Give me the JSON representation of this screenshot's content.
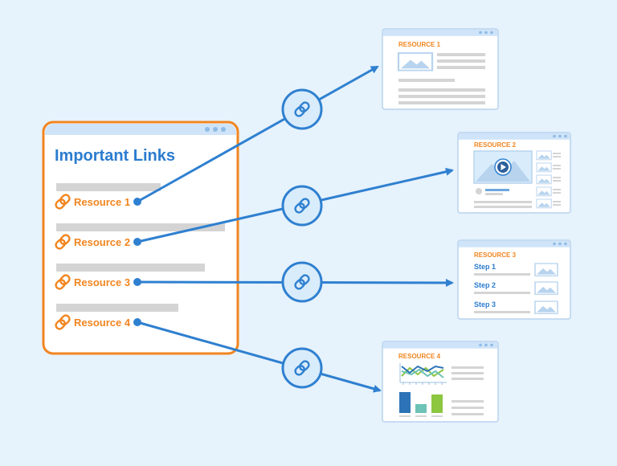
{
  "main_panel": {
    "title": "Important Links",
    "links": [
      {
        "label": "Resource 1"
      },
      {
        "label": "Resource 2"
      },
      {
        "label": "Resource 3"
      },
      {
        "label": "Resource 4"
      }
    ]
  },
  "resources": [
    {
      "title": "RESOURCE 1"
    },
    {
      "title": "RESOURCE 2"
    },
    {
      "title": "RESOURCE 3",
      "steps": [
        "Step 1",
        "Step 2",
        "Step 3"
      ]
    },
    {
      "title": "RESOURCE 4"
    }
  ],
  "colors": {
    "background": "#e6f2fc",
    "accent_orange": "#f2851f",
    "title_blue": "#2b7ccf",
    "connector_blue": "#2f80d0",
    "window_bar": "#cfe4f8",
    "placeholder_gray": "#d4d4d4",
    "chart_blue": "#2d73b7",
    "chart_teal": "#6cc3b6",
    "chart_green": "#8dc63f"
  }
}
